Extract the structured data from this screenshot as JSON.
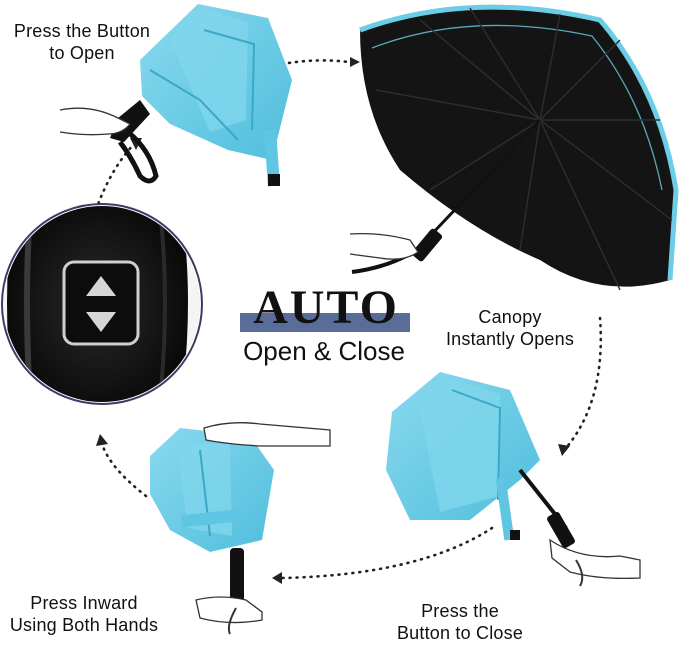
{
  "labels": {
    "press_open_line1": "Press the Button",
    "press_open_line2": "to Open",
    "canopy_line1": "Canopy",
    "canopy_line2": "Instantly Opens",
    "press_close_line1": "Press the",
    "press_close_line2": "Button to Close",
    "inward_line1": "Press Inward",
    "inward_line2": "Using Both Hands"
  },
  "center": {
    "title": "AUTO",
    "subtitle": "Open & Close"
  },
  "colors": {
    "canopy_blue": "#6ccde6",
    "canopy_blue_dark": "#3fb3d3",
    "canopy_black": "#141414",
    "accent_bar": "#5a6d98",
    "dotted_arrow": "#222222"
  },
  "icons": {
    "up_arrow": "triangle-up-icon",
    "down_arrow": "triangle-down-icon"
  }
}
